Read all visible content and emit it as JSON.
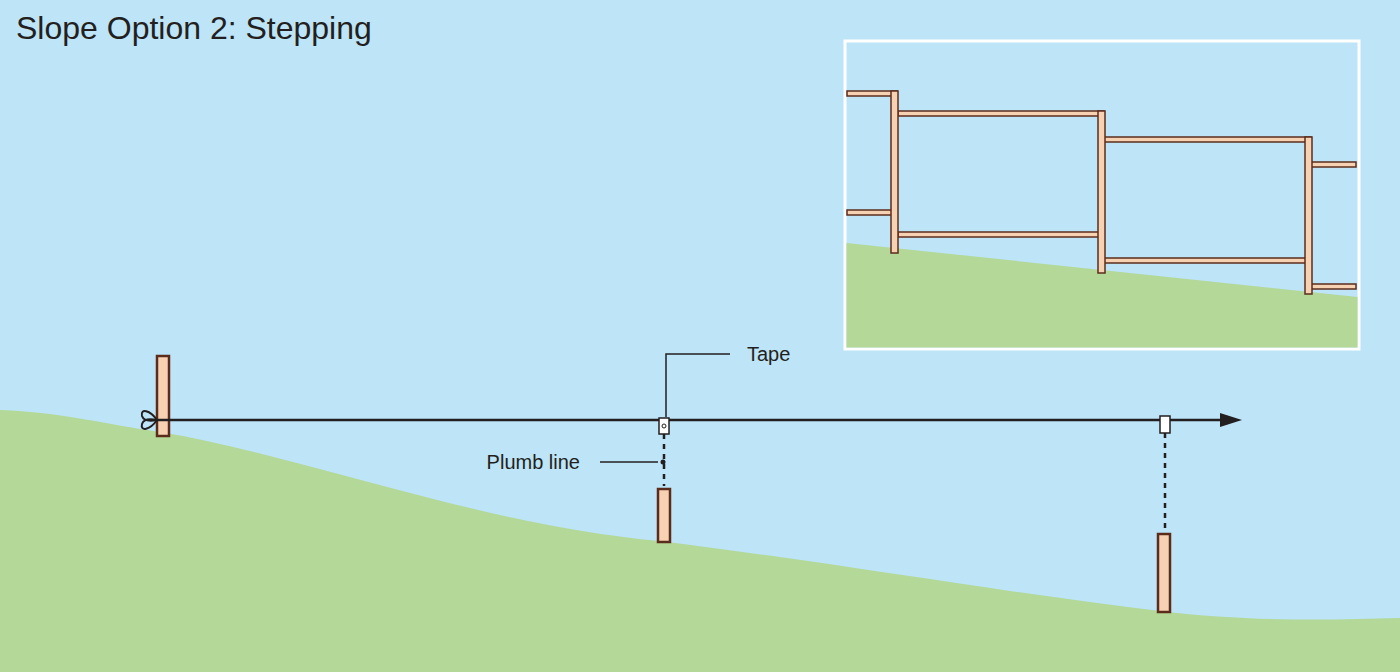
{
  "diagram": {
    "title": "Slope Option 2: Stepping",
    "labels": [
      "Tape",
      "Plumb line"
    ]
  }
}
